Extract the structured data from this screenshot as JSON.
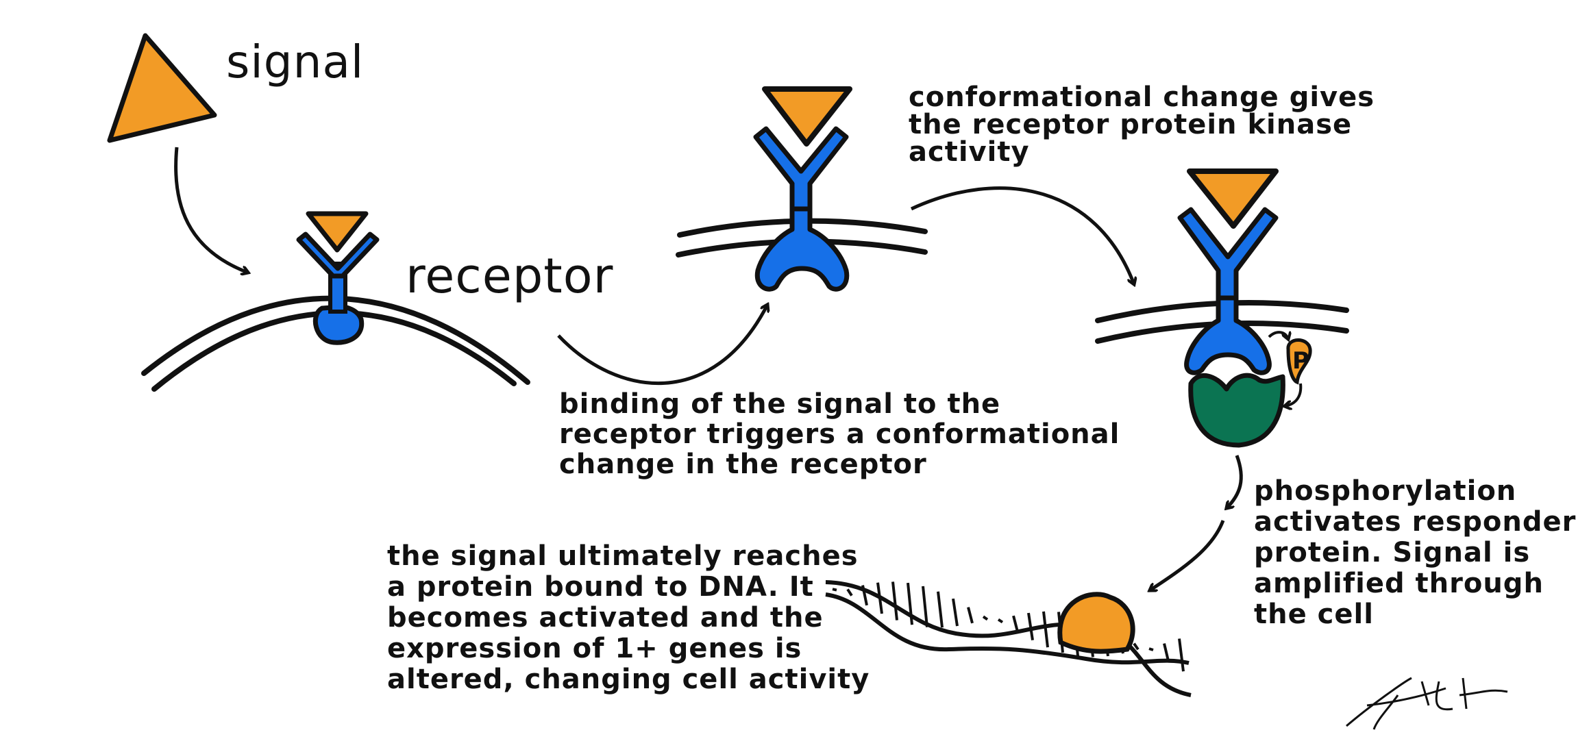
{
  "colors": {
    "signal": "#F29B26",
    "receptor": "#1670E8",
    "responder": "#0B7452",
    "outline": "#111111",
    "background": "#FFFFFF"
  },
  "labels": {
    "signal": "signal",
    "receptor": "receptor",
    "binding": "binding of the signal to the\nreceptor triggers a conformational\nchange in the receptor",
    "conformational": "conformational change gives\nthe receptor protein kinase\nactivity",
    "phosphorylation": "phosphorylation\nactivates responder\nprotein. Signal is\namplified through\nthe cell",
    "final": "the signal ultimately reaches\na protein bound to DNA. It\nbecomes activated and the\nexpression of 1+ genes is\naltered, changing cell activity",
    "phosphate": "P",
    "signature": "Kelli Hollen"
  }
}
